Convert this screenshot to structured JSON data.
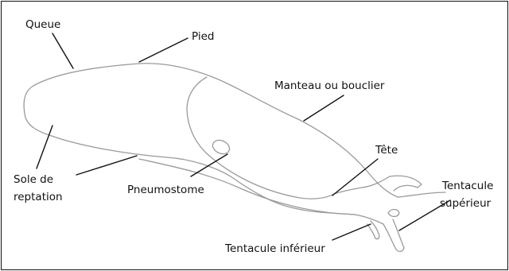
{
  "diagram": {
    "labels": {
      "queue": "Queue",
      "pied": "Pied",
      "manteau": "Manteau ou bouclier",
      "tete": "Tête",
      "sole_line1": "Sole de",
      "sole_line2": "reptation",
      "pneumostome": "Pneumostome",
      "tentacule_sup_line1": "Tentacule",
      "tentacule_sup_line2": "supérieur",
      "tentacule_inf": "Tentacule inférieur"
    },
    "colors": {
      "outline": "#9a9a9a",
      "leader": "#111111",
      "text": "#111111",
      "background": "#ffffff"
    }
  }
}
